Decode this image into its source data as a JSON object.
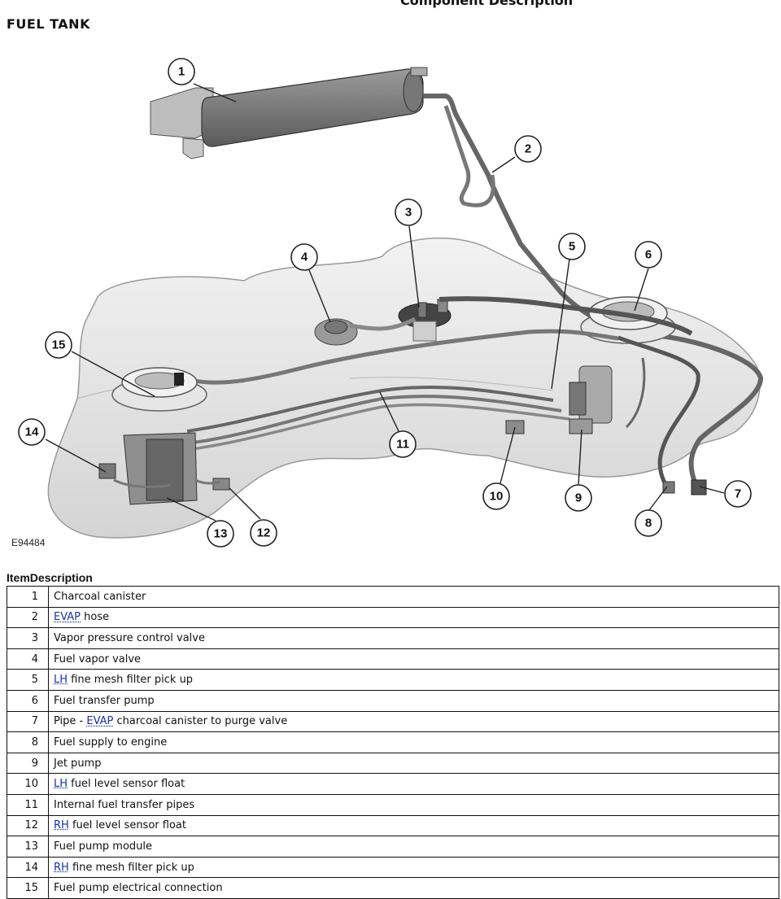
{
  "page": {
    "top_heading": "Component Description",
    "section_title": "FUEL TANK"
  },
  "diagram": {
    "figure_id": "E94484",
    "callouts": [
      "1",
      "2",
      "3",
      "4",
      "5",
      "6",
      "7",
      "8",
      "9",
      "10",
      "11",
      "12",
      "13",
      "14",
      "15"
    ]
  },
  "table": {
    "header_item": "Item",
    "header_desc": "Description",
    "rows": [
      {
        "item": "1",
        "abbr": "",
        "text": "Charcoal canister"
      },
      {
        "item": "2",
        "abbr": "EVAP",
        "text": " hose"
      },
      {
        "item": "3",
        "abbr": "",
        "text": "Vapor pressure control valve"
      },
      {
        "item": "4",
        "abbr": "",
        "text": "Fuel vapor valve"
      },
      {
        "item": "5",
        "abbr": "LH",
        "text": " fine mesh filter pick up"
      },
      {
        "item": "6",
        "abbr": "",
        "text": "Fuel transfer pump"
      },
      {
        "item": "7",
        "prefix": "Pipe - ",
        "abbr": "EVAP",
        "text": " charcoal canister to purge valve"
      },
      {
        "item": "8",
        "abbr": "",
        "text": "Fuel supply to engine"
      },
      {
        "item": "9",
        "abbr": "",
        "text": "Jet pump"
      },
      {
        "item": "10",
        "abbr": "LH",
        "text": " fuel level sensor float"
      },
      {
        "item": "11",
        "abbr": "",
        "text": "Internal fuel transfer pipes"
      },
      {
        "item": "12",
        "abbr": "RH",
        "text": " fuel level sensor float"
      },
      {
        "item": "13",
        "abbr": "",
        "text": "Fuel pump module"
      },
      {
        "item": "14",
        "abbr": "RH",
        "text": " fine mesh filter pick up"
      },
      {
        "item": "15",
        "abbr": "",
        "text": "Fuel pump electrical connection"
      }
    ]
  }
}
